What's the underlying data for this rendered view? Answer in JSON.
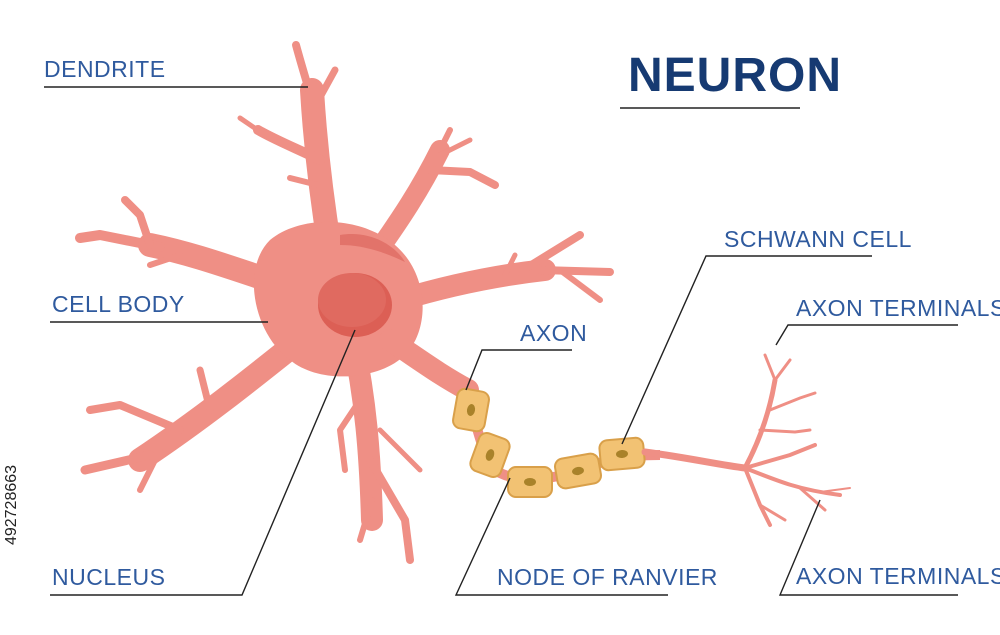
{
  "title": "NEURON",
  "labels": {
    "dendrite": "DENDRITE",
    "cell_body": "CELL BODY",
    "nucleus": "NUCLEUS",
    "axon": "AXON",
    "schwann_cell": "SCHWANN CELL",
    "axon_terminals_top": "AXON TERMINALS",
    "axon_terminals_bottom": "AXON TERMINALS",
    "node_of_ranvier": "NODE OF RANVIER"
  },
  "stock_id": "492728663",
  "colors": {
    "neuron": "#ef8f85",
    "neuron_dark": "#e2736a",
    "nucleus": "#dc5f55",
    "myelin": "#f2c273",
    "myelin_edge": "#d9a04a",
    "myelin_spot": "#a9822a",
    "label_text": "#2f5a9e",
    "title_text": "#163a72",
    "leader_line": "#222222"
  }
}
